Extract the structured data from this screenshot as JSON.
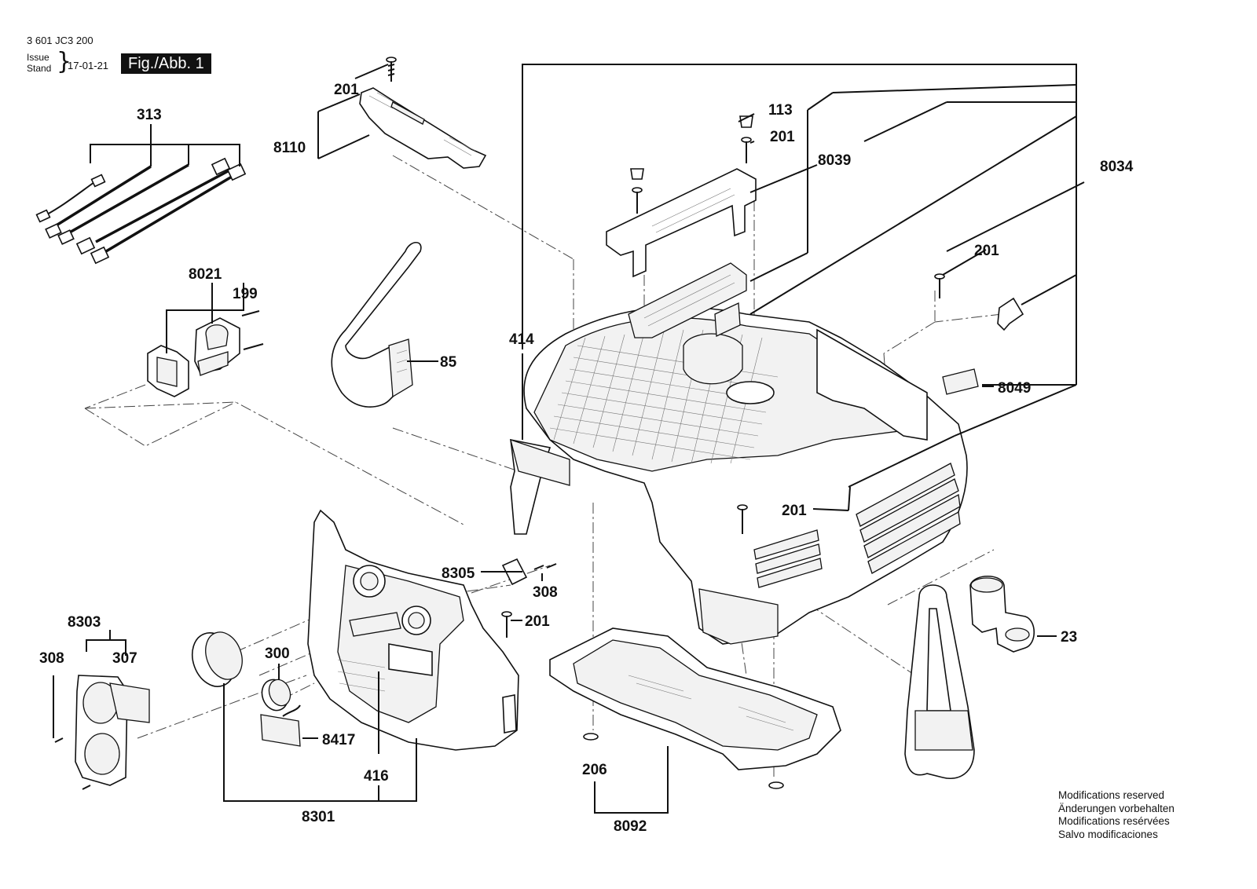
{
  "header": {
    "doc_number": "3 601 JC3 200",
    "issue_label_1": "Issue",
    "issue_label_2": "Stand",
    "issue_date": "17-01-21",
    "figure_label": "Fig./Abb. 1"
  },
  "part_labels": {
    "p313": "313",
    "p201_top": "201",
    "p8110": "8110",
    "p113": "113",
    "p201_handle": "201",
    "p8039": "8039",
    "p8034": "8034",
    "p201_right": "201",
    "p8049": "8049",
    "p414": "414",
    "p85": "85",
    "p8021": "8021",
    "p199": "199",
    "p201_mid": "201",
    "p8305": "8305",
    "p308_mid": "308",
    "p201_lower": "201",
    "p8303": "8303",
    "p308_left": "308",
    "p307": "307",
    "p300": "300",
    "p8417": "8417",
    "p416": "416",
    "p8301": "8301",
    "p206": "206",
    "p8092": "8092",
    "p23": "23"
  },
  "notes": [
    "Modifications reserved",
    "Änderungen vorbehalten",
    "Modifications resérvées",
    "Salvo modificaciones"
  ]
}
